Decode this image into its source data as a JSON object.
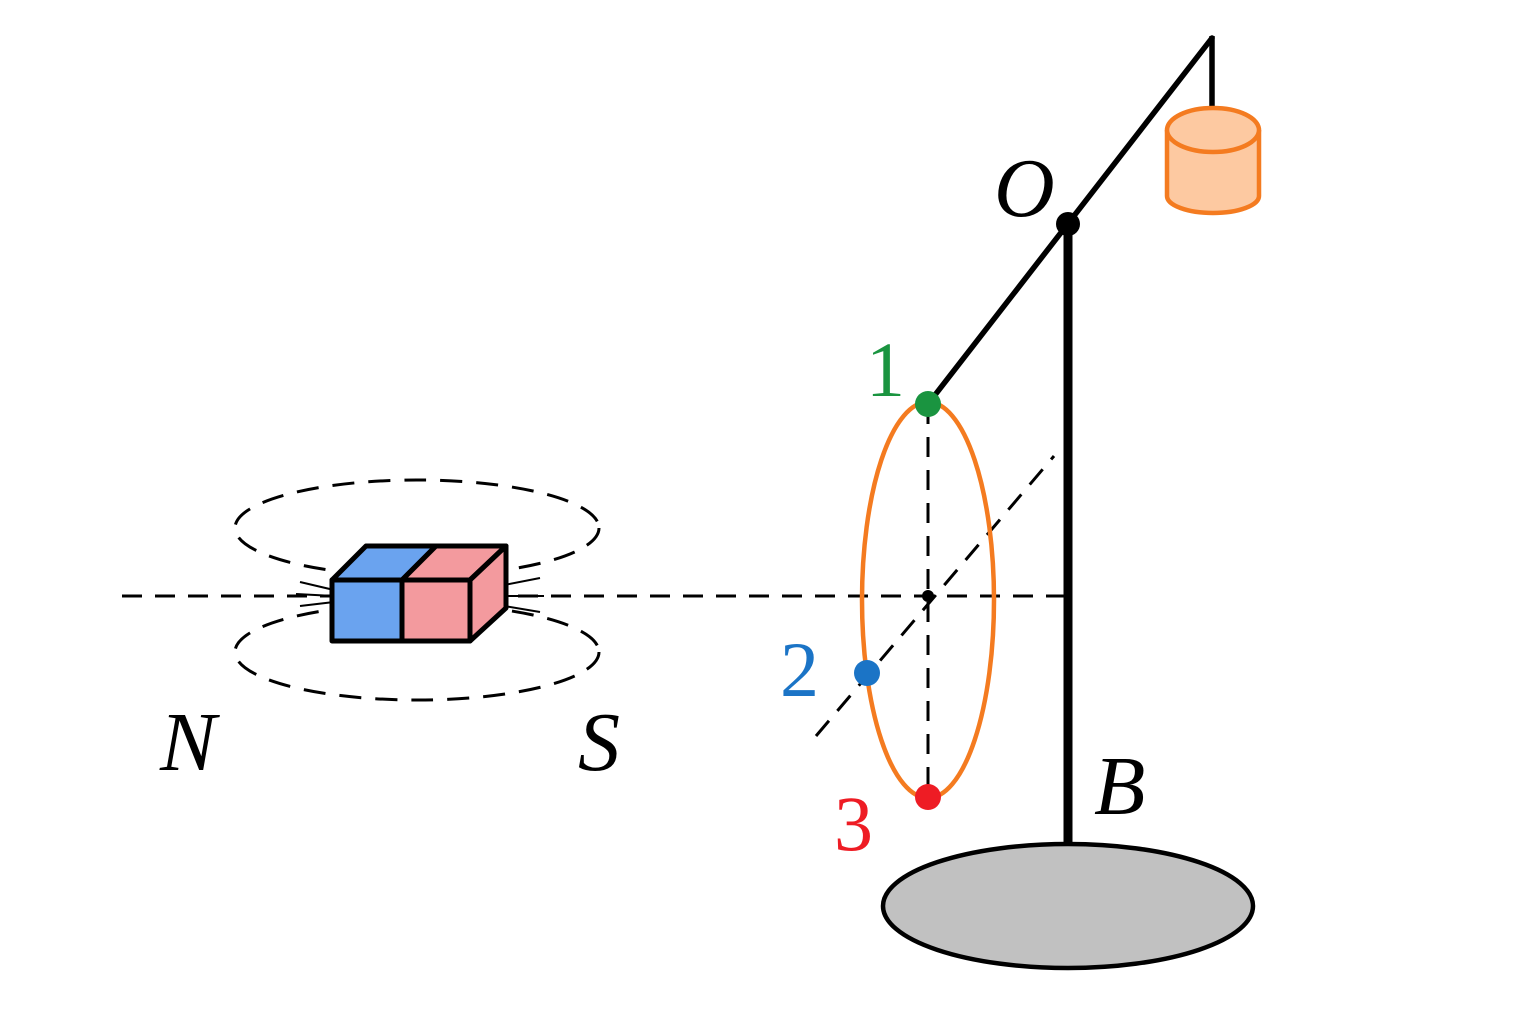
{
  "labels": {
    "pole_n": "N",
    "pole_s": "S",
    "pivot": "O",
    "base": "B",
    "point_1": "1",
    "point_2": "2",
    "point_3": "3"
  },
  "colors": {
    "magnet_north": "#6aa3ef",
    "magnet_south": "#f39a9e",
    "ring": "#f47b20",
    "weight_fill": "#fdc9a1",
    "base_fill": "#c1c1c1",
    "point_1": "#1a9440",
    "point_2": "#1b74c6",
    "point_3": "#ee1c24"
  }
}
